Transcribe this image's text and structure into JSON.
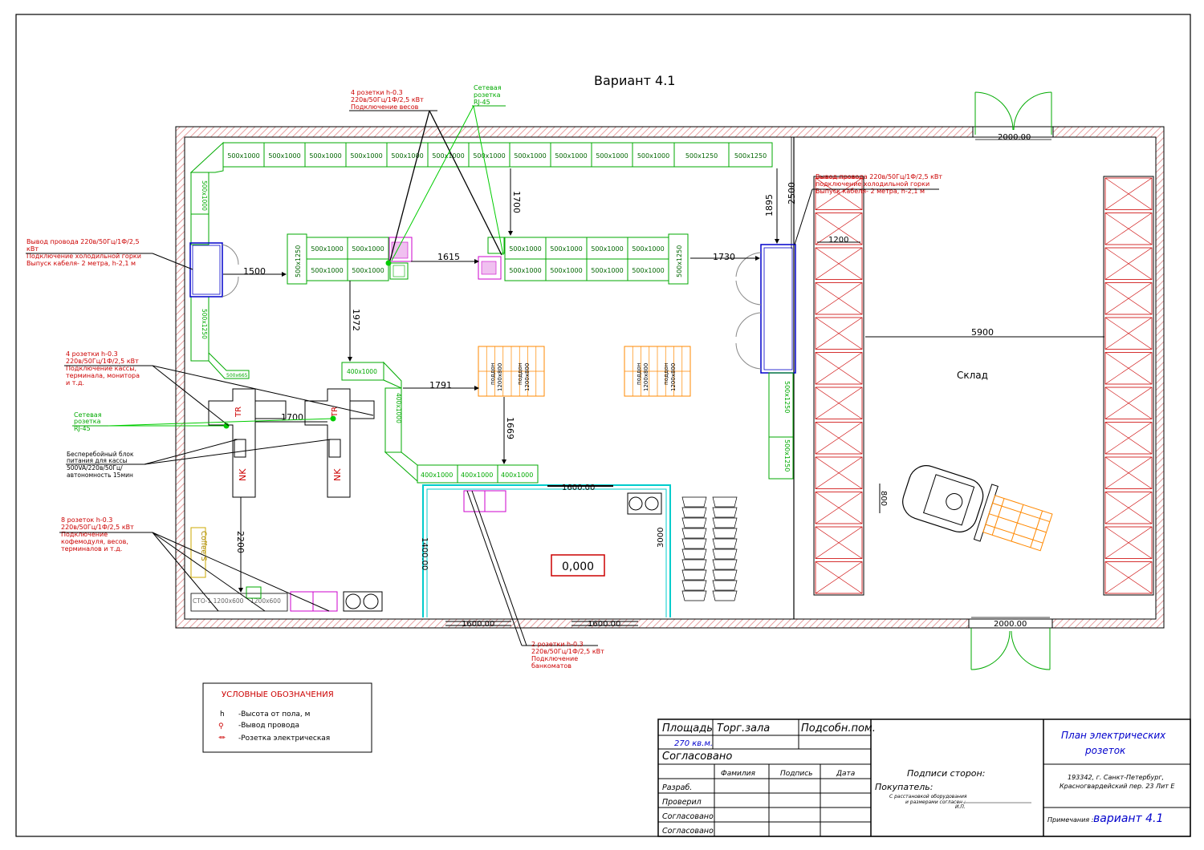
{
  "title": "Вариант 4.1",
  "colors": {
    "wall": "#e8a0a0",
    "green": "#00aa00",
    "red": "#cc0000",
    "blue": "#0000cc",
    "orange": "#ff8800",
    "cyan": "#00cccc",
    "magenta": "#cc00cc"
  },
  "callouts": {
    "c1": [
      "4 розетки h-0.3",
      "220в/50Гц/1Ф/2,5 кВт",
      "Подключение весов"
    ],
    "c2": [
      "Сетевая",
      "розетка",
      "RJ-45"
    ],
    "c3": [
      "Вывод провода 220в/50Гц/1Ф/2,5",
      "кВт",
      "Подключение холодильной горки",
      "Выпуск кабеля- 2 метра, h-2,1 м"
    ],
    "c4": [
      "Вывод провода 220в/50Гц/1Ф/2,5 кВт",
      "подключение холодильной горки",
      "Выпуск кабеля- 2 метра, h-2,1 м"
    ],
    "c5": [
      "4 розетки h-0.3",
      "220в/50Гц/1Ф/2,5 кВт",
      "Подключение кассы,",
      "терминала, монитора",
      "и т.д."
    ],
    "c6": [
      "Сетевая",
      "розетка",
      "RJ-45"
    ],
    "c7": [
      "Бесперебойный блок",
      "питания для кассы",
      "500VA/220в/50Гц/",
      "автономность 15мин"
    ],
    "c8": [
      "8 розеток h-0.3",
      "220в/50Гц/1Ф/2,5 кВт",
      "Подключение",
      "кофемодуля, весов,",
      "терминалов и т.д."
    ],
    "c9": [
      "2 розетки h-0.3",
      "220в/50Гц/1Ф/2,5 кВт",
      "Подключение",
      "банкоматов"
    ]
  },
  "shelves": {
    "top_row": [
      "500x1000",
      "500x1000",
      "500x1000",
      "500x1000",
      "500x1000",
      "500x1000",
      "500x1000",
      "500x1000",
      "500x1000",
      "500x1000",
      "500x1000",
      "500x1250",
      "500x1250"
    ],
    "island1_top": [
      "500x1000",
      "500x1000"
    ],
    "island1_bottom": [
      "500x1000",
      "500x1000"
    ],
    "island1_end": "500x1250",
    "island2_top": [
      "500x1000",
      "500x1000",
      "500x1000",
      "500x1000"
    ],
    "island2_bottom": [
      "500x1000",
      "500x1000",
      "500x1000",
      "500x1000"
    ],
    "island2_end": "500x1250",
    "left_col_upper": "500x1000",
    "left_col_lower": "500x1250",
    "left_corner": "500x665",
    "mid_top": "400x1000",
    "mid_side": "400x1000",
    "bottom_row": [
      "400x1000",
      "400x1000",
      "400x1000"
    ],
    "right_col": [
      "500x1250",
      "500x1250"
    ]
  },
  "dimensions": {
    "d1500": "1500",
    "d1615": "1615",
    "d1700a": "1700",
    "d1730": "1730",
    "d1895": "1895",
    "d2500": "2500",
    "d1972": "1972",
    "d1791": "1791",
    "d1669": "1669",
    "d1700b": "1700",
    "d2200": "2200",
    "d1200": "1200",
    "d5900": "5900",
    "d800": "800",
    "d3000": "3000",
    "d1400": "1400.00",
    "d1600a": "1600.00",
    "d1600b": "1600.00",
    "d1600c": "1600.00",
    "d2000a": "2000.00",
    "d2000b": "2000.00"
  },
  "pallets": {
    "label1": "поддон",
    "label2": "1200x800"
  },
  "checkout": {
    "tr": "TR",
    "nk": "NK"
  },
  "bottom_items": {
    "st1": "СТО-1 1200x600",
    "st2": "1200x600",
    "coffee": "Coffee S",
    "level": "0,000"
  },
  "storage_label": "Склад",
  "legend": {
    "title": "УСЛОВНЫЕ ОБОЗНАЧЕНИЯ",
    "items": [
      {
        "sym": "h",
        "text": "-Высота от пола, м"
      },
      {
        "sym": "⚲",
        "text": "-Вывод провода"
      },
      {
        "sym": "⏛",
        "text": "-Розетка электрическая"
      }
    ]
  },
  "titleblock": {
    "area_label": "Площадь",
    "trade_label": "Торг.зала",
    "aux_label": "Подсобн.пом.",
    "area_value": "270 кв.м.",
    "agreed": "Согласовано",
    "col_name": "Фамилия",
    "col_sign": "Подпись",
    "col_date": "Дата",
    "rows": [
      "Разраб.",
      "Проверил",
      "Согласовано",
      "Согласовано"
    ],
    "signatures": "Подписи сторон:",
    "buyer": "Покупатель:",
    "buyer_note1": "С расстановкой оборудования",
    "buyer_note2": "и размерами согласен :",
    "buyer_note3": "И.П.",
    "plan_title1": "План электрических",
    "plan_title2": "розеток",
    "address1": "193342, г. Санкт-Петербург,",
    "address2": "Красногвардейский пер. 23 Лит Е",
    "note_label": "Примечания :",
    "variant": "вариант 4.1"
  }
}
